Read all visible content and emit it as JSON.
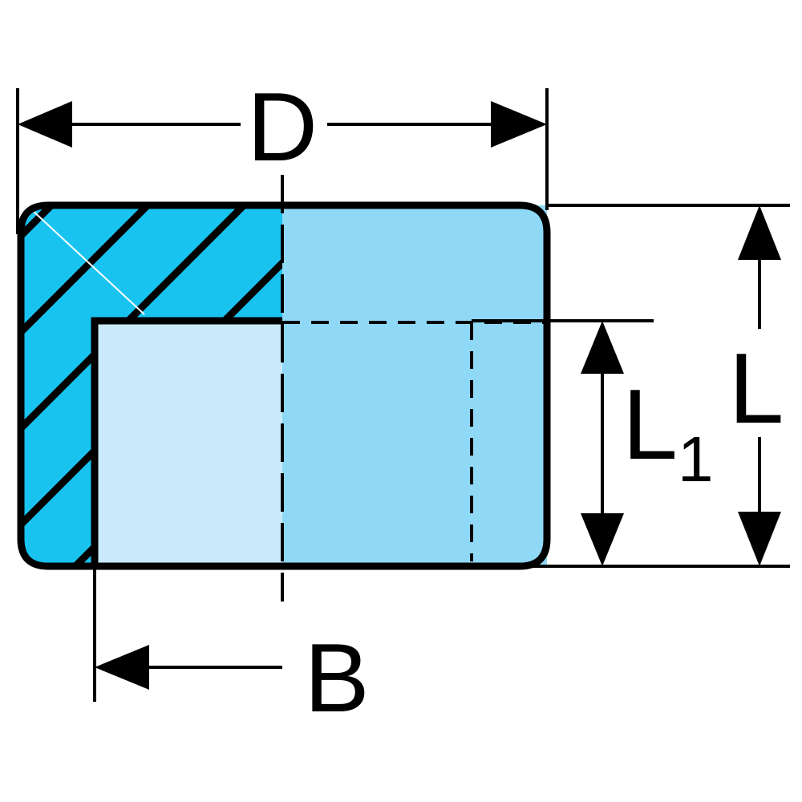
{
  "dimensions": {
    "D": "D",
    "B": "B",
    "L": "L",
    "L1_main": "L",
    "L1_sub": "1"
  },
  "colors": {
    "outline": "#000000",
    "section_fill": "#18c3f0",
    "body_fill": "#8fd8f6",
    "bore_fill": "#c8eafb",
    "background": "#ffffff"
  }
}
